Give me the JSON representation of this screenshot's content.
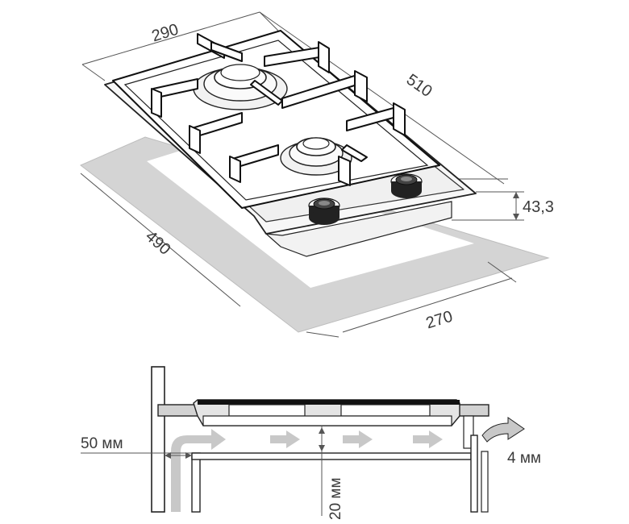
{
  "dimensions": {
    "hob_width": "290",
    "hob_depth": "510",
    "hob_height": "43,3",
    "cutout_depth": "490",
    "cutout_width": "270"
  },
  "installation": {
    "wall_gap": "50 мм",
    "bottom_gap": "20 мм",
    "edge_gap": "4 мм"
  },
  "colors": {
    "cutout_fill": "#d4d4d4",
    "arrow_fill": "#c8c8c8",
    "line": "#222222"
  }
}
